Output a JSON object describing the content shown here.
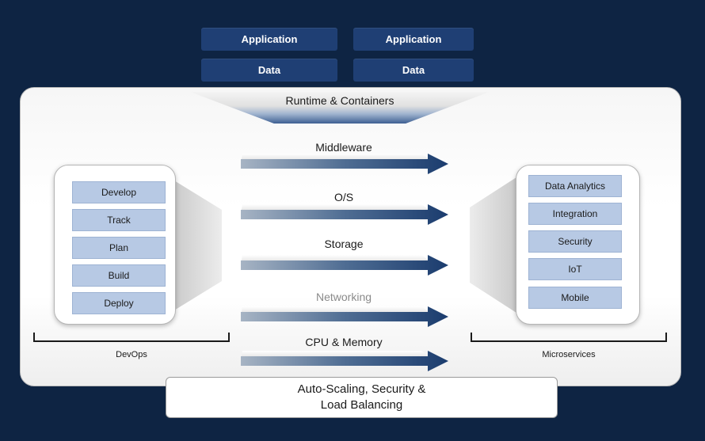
{
  "top": {
    "application_left": "Application",
    "application_right": "Application",
    "data_left": "Data",
    "data_right": "Data"
  },
  "runtime_label": "Runtime & Containers",
  "layers": [
    "Middleware",
    "O/S",
    "Storage",
    "Networking",
    "CPU & Memory"
  ],
  "devops": {
    "items": [
      "Develop",
      "Track",
      "Plan",
      "Build",
      "Deploy"
    ],
    "label": "DevOps"
  },
  "microservices": {
    "items": [
      "Data Analytics",
      "Integration",
      "Security",
      "IoT",
      "Mobile"
    ],
    "label": "Microservices"
  },
  "bottom": {
    "line1": "Auto-Scaling, Security &",
    "line2": "Load Balancing"
  },
  "colors": {
    "background": "#0e2443",
    "top_box": "#1f3f74",
    "list_box": "#b7c9e4",
    "arrow_dark": "#1b3c6e",
    "networking_text": "#8a8a8a"
  }
}
